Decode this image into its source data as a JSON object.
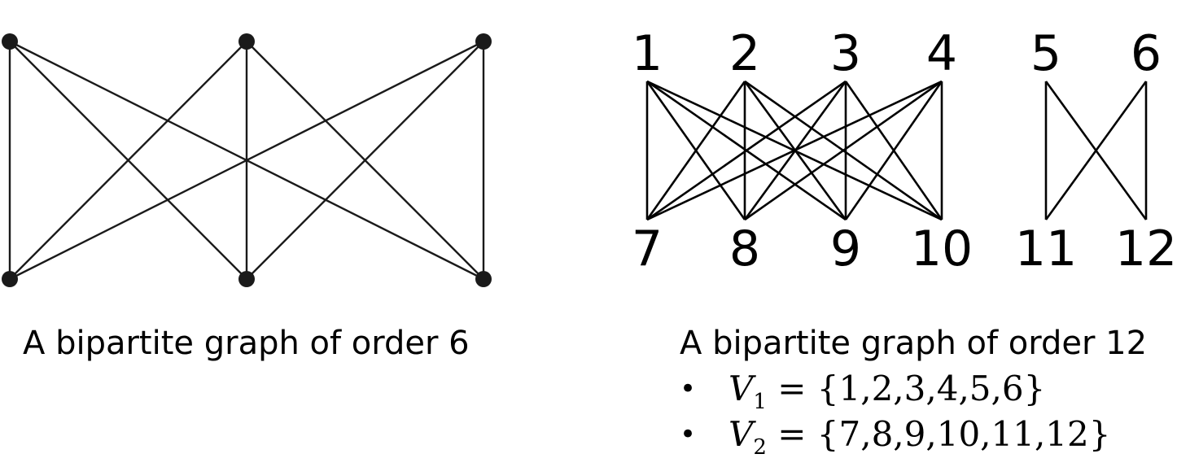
{
  "left_graph": {
    "caption": "A bipartite graph of order 6",
    "top_vertices": [
      "a1",
      "a2",
      "a3"
    ],
    "bottom_vertices": [
      "b1",
      "b2",
      "b3"
    ],
    "edges": [
      [
        "a1",
        "b1"
      ],
      [
        "a1",
        "b2"
      ],
      [
        "a1",
        "b3"
      ],
      [
        "a2",
        "b1"
      ],
      [
        "a2",
        "b2"
      ],
      [
        "a2",
        "b3"
      ],
      [
        "a3",
        "b1"
      ],
      [
        "a3",
        "b2"
      ],
      [
        "a3",
        "b3"
      ]
    ],
    "vertex_color": "#1a1a1a",
    "edge_color": "#1a1a1a"
  },
  "right_graph": {
    "caption": "A bipartite graph of order 12",
    "top_labels": [
      "1",
      "2",
      "3",
      "4",
      "5",
      "6"
    ],
    "bottom_labels": [
      "7",
      "8",
      "9",
      "10",
      "11",
      "12"
    ],
    "edges": [
      [
        "1",
        "7"
      ],
      [
        "1",
        "8"
      ],
      [
        "1",
        "9"
      ],
      [
        "1",
        "10"
      ],
      [
        "2",
        "7"
      ],
      [
        "2",
        "8"
      ],
      [
        "2",
        "9"
      ],
      [
        "2",
        "10"
      ],
      [
        "3",
        "7"
      ],
      [
        "3",
        "8"
      ],
      [
        "3",
        "9"
      ],
      [
        "3",
        "10"
      ],
      [
        "4",
        "7"
      ],
      [
        "4",
        "8"
      ],
      [
        "4",
        "9"
      ],
      [
        "4",
        "10"
      ],
      [
        "5",
        "11"
      ],
      [
        "5",
        "12"
      ],
      [
        "6",
        "11"
      ],
      [
        "6",
        "12"
      ]
    ],
    "sets": [
      {
        "bullet": "•",
        "var": "V",
        "sub": "1",
        "rest": " = {1,2,3,4,5,6}"
      },
      {
        "bullet": "•",
        "var": "V",
        "sub": "2",
        "rest": " = {7,8,9,10,11,12}"
      }
    ],
    "edge_color": "#000000"
  }
}
